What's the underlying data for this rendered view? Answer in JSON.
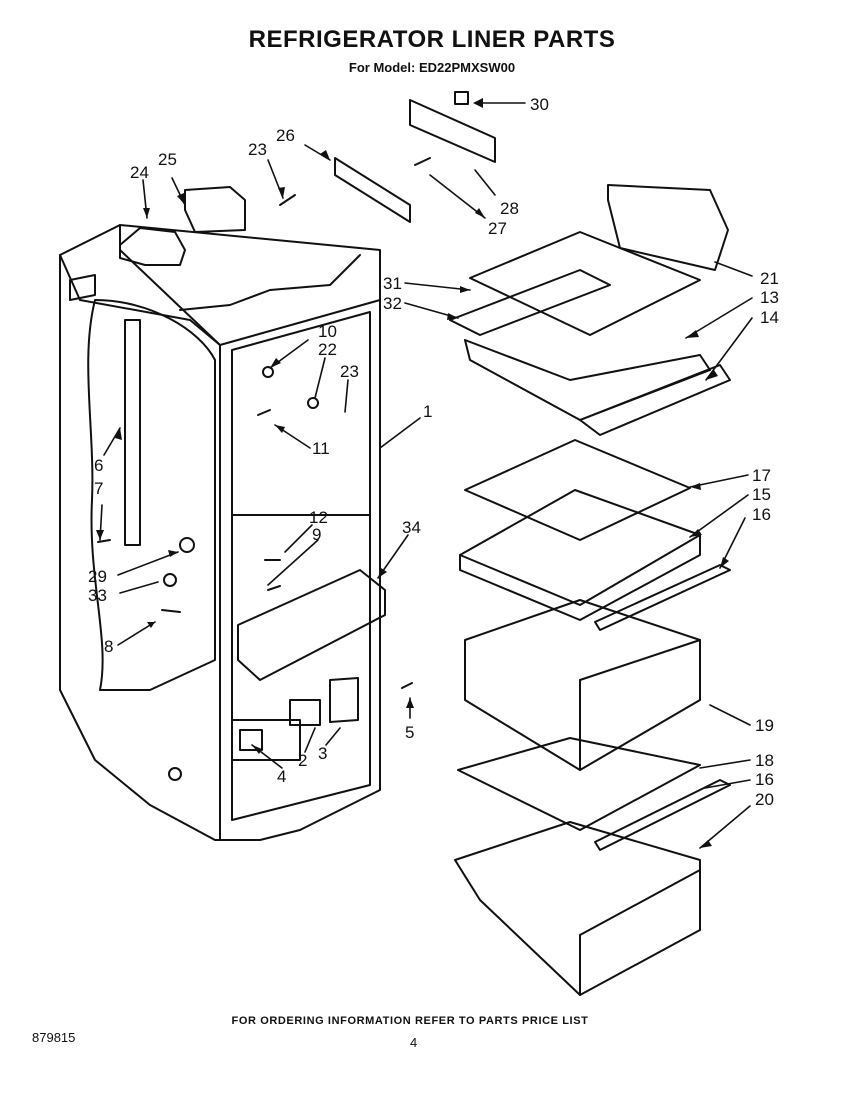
{
  "title": "REFRIGERATOR LINER PARTS",
  "model": "For Model: ED22PMXSW00",
  "footer": "FOR ORDERING INFORMATION REFER TO PARTS PRICE LIST",
  "doc_number": "879815",
  "page_number": "4",
  "part_labels": [
    "30",
    "26",
    "23",
    "25",
    "24",
    "28",
    "27",
    "21",
    "31",
    "32",
    "13",
    "14",
    "10",
    "22",
    "23",
    "1",
    "11",
    "6",
    "7",
    "17",
    "15",
    "16",
    "12",
    "9",
    "34",
    "29",
    "33",
    "8",
    "19",
    "18",
    "16",
    "20",
    "5",
    "4",
    "2",
    "3"
  ]
}
